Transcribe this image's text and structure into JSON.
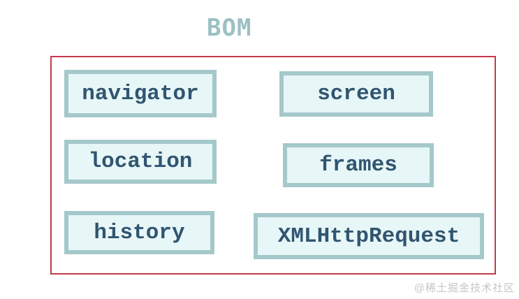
{
  "title": "BOM",
  "diagram": {
    "boxes": [
      {
        "label": "navigator"
      },
      {
        "label": "screen"
      },
      {
        "label": "location"
      },
      {
        "label": "frames"
      },
      {
        "label": "history"
      },
      {
        "label": "XMLHttpRequest"
      }
    ]
  },
  "watermark": "@稀土掘金技术社区",
  "colors": {
    "frame_border": "#c13b4b",
    "box_border": "#a5c8ca",
    "box_fill": "#e7f6f7",
    "box_text": "#305570",
    "title_text": "#9cc0c4",
    "watermark_text": "#c6c6c6"
  }
}
